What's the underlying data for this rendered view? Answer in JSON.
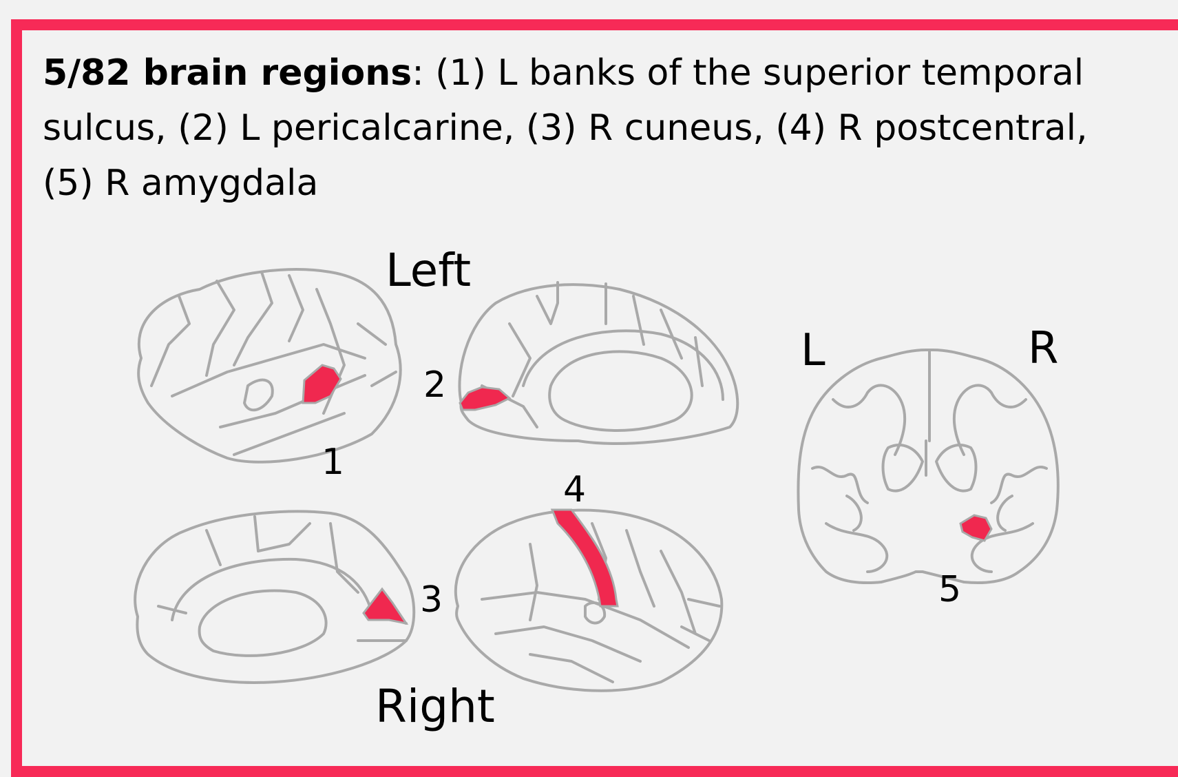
{
  "caption": {
    "count": "5/82 brain regions",
    "line1_rest": ": (1) L banks of the superior temporal",
    "line2": "sulcus, (2) L pericalcarine, (3) R cuneus, (4) R postcentral,",
    "line3": "(5) R amygdala"
  },
  "labels": {
    "left": "Left",
    "right": "Right",
    "coronal_left": "L",
    "coronal_right": "R"
  },
  "regions": [
    {
      "number": "1",
      "name": "L banks of the superior temporal sulcus"
    },
    {
      "number": "2",
      "name": "L pericalcarine"
    },
    {
      "number": "3",
      "name": "R cuneus"
    },
    {
      "number": "4",
      "name": "R postcentral"
    },
    {
      "number": "5",
      "name": "R amygdala"
    }
  ],
  "colors": {
    "border": "#f72a57",
    "highlight": "#f0284f",
    "outline": "#a9a9a9",
    "background": "#f2f2f2"
  }
}
